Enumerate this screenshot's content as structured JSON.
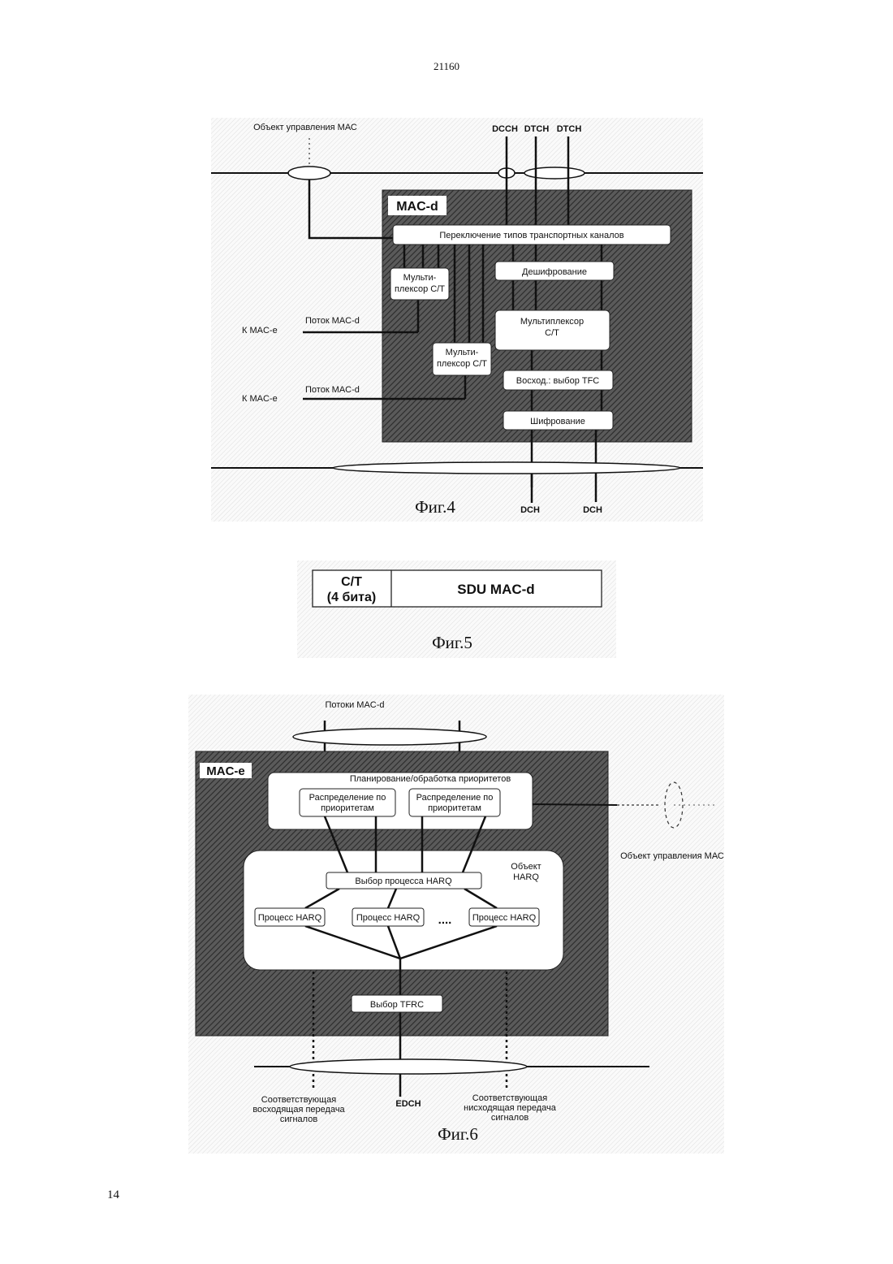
{
  "page": {
    "header_number": "21160",
    "page_number": "14"
  },
  "fig4": {
    "caption": "Фиг.4",
    "mac_control": "Объект управления МАС",
    "channels": [
      "DCCH",
      "DTCH",
      "DTCH"
    ],
    "entity": "MAC-d",
    "tct_switch": "Переключение типов транспортных каналов",
    "ct_mux_a_1": "Мульти-",
    "ct_mux_a_2": "плексор C/T",
    "ct_mux_b_1": "Мульти-",
    "ct_mux_b_2": "плексор C/T",
    "deciphering": "Дешифрование",
    "mux_ct_1": "Мультиплексор",
    "mux_ct_2": "C/T",
    "ul_tfc": "Восход.: выбор TFC",
    "ciphering": "Шифрование",
    "flow_label": "Поток MAC-d",
    "to_mac_e": "К MAC-e",
    "outputs": [
      "DCH",
      "DCH"
    ]
  },
  "fig5": {
    "caption": "Фиг.5",
    "field1_line1": "C/T",
    "field1_line2": "(4 бита)",
    "field2": "SDU MAC-d"
  },
  "fig6": {
    "caption": "Фиг.6",
    "flows": "Потоки MAC-d",
    "entity": "MAC-e",
    "scheduling": "Планирование/обработка приоритетов",
    "prio_line1": "Распределение по",
    "prio_line2": "приоритетам",
    "harq_entity_1": "Объект",
    "harq_entity_2": "HARQ",
    "harq_select": "Выбор процесса HARQ",
    "harq_process": "Процесс HARQ",
    "ellipsis": "....",
    "tfrc": "Выбор TFRC",
    "mac_control": "Объект управления МАС",
    "edch": "EDCH",
    "ul_sig_1": "Соответствующая",
    "ul_sig_2": "восходящая передача",
    "ul_sig_3": "сигналов",
    "dl_sig_1": "Соответствующая",
    "dl_sig_2": "нисходящая передача",
    "dl_sig_3": "сигналов"
  }
}
